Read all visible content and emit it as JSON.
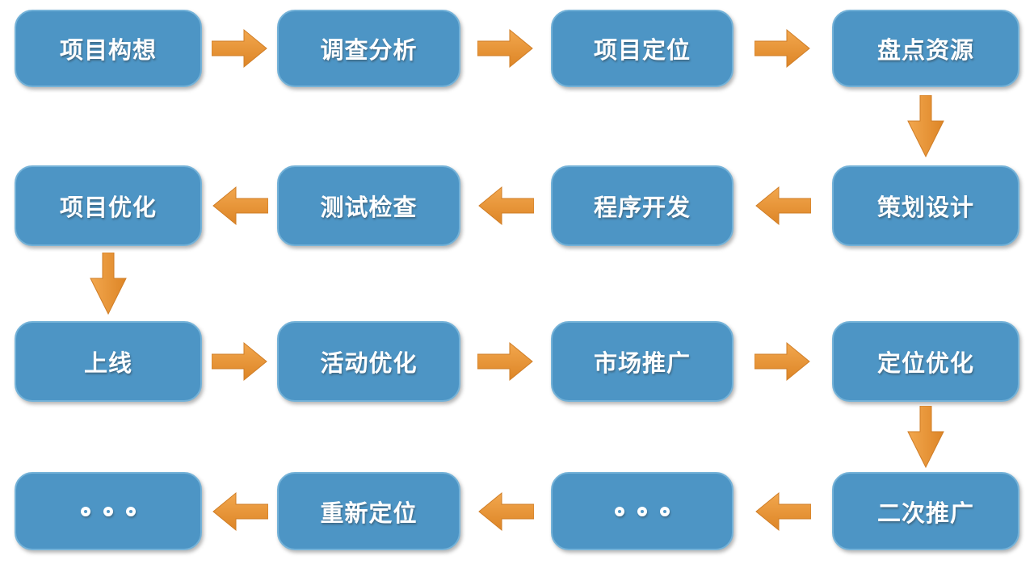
{
  "diagram": {
    "type": "flowchart",
    "language": "zh-CN",
    "colors": {
      "node_fill": "#4d95c5",
      "node_border": "#74b2d8",
      "node_text": "#ffffff",
      "arrow_gradient_light": "#f2a74e",
      "arrow_gradient_dark": "#dd8526",
      "arrow_outline": "#cf7d26",
      "background": "#ffffff"
    },
    "rows": [
      {
        "flow_direction": "right",
        "boxes": [
          {
            "label": "项目构想"
          },
          {
            "label": "调查分析"
          },
          {
            "label": "项目定位"
          },
          {
            "label": "盘点资源"
          }
        ],
        "down_connector": {
          "from": "盘点资源",
          "to": "策划设计",
          "column": 4
        }
      },
      {
        "flow_direction": "left",
        "boxes": [
          {
            "label": "项目优化"
          },
          {
            "label": "测试检查"
          },
          {
            "label": "程序开发"
          },
          {
            "label": "策划设计"
          }
        ],
        "down_connector": {
          "from": "项目优化",
          "to": "上线",
          "column": 1
        }
      },
      {
        "flow_direction": "right",
        "boxes": [
          {
            "label": "上线"
          },
          {
            "label": "活动优化"
          },
          {
            "label": "市场推广"
          },
          {
            "label": "定位优化"
          }
        ],
        "down_connector": {
          "from": "定位优化",
          "to": "二次推广",
          "column": 4
        }
      },
      {
        "flow_direction": "left",
        "boxes": [
          {
            "label": "。。。",
            "type": "ellipsis"
          },
          {
            "label": "重新定位"
          },
          {
            "label": "。。。",
            "type": "ellipsis"
          },
          {
            "label": "二次推广"
          }
        ],
        "down_connector": null
      }
    ]
  }
}
